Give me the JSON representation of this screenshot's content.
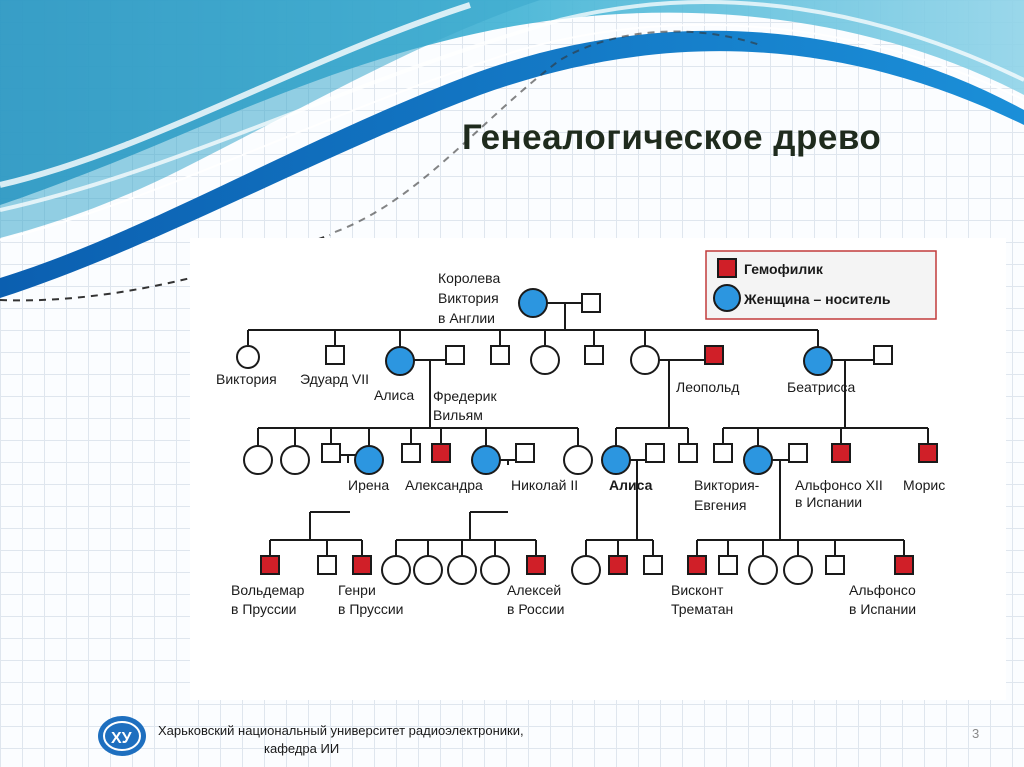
{
  "slide": {
    "title": "Генеалогическое древо",
    "page_number": "3"
  },
  "footer": {
    "line1": "Харьковский национальный университет радиоэлектроники,",
    "line2": "кафедра ИИ",
    "logo_mark": "ХУ"
  },
  "legend": {
    "hemophiliac": "Гемофилик",
    "carrier": "Женщина – носитель"
  },
  "colors": {
    "hemophiliac": "#d01f28",
    "carrier": "#2c96e0",
    "line": "#1a1a1a",
    "accent_blue": "#1673c8",
    "title": "#1f2b1d"
  },
  "tree": {
    "victoria_l1": "Королева",
    "victoria_l2": "Виктория",
    "victoria_l3": "в Англии",
    "viktoria": "Виктория",
    "eduard": "Эдуард VII",
    "alisa_gen2": "Алиса",
    "frederik_l1": "Фредерик",
    "frederik_l2": "Вильям",
    "leopold": "Леопольд",
    "beatrissa": "Беатрисса",
    "irena": "Ирена",
    "aleksandra": "Александра",
    "nikolai": "Николай II",
    "alisa_gen3": "Алиса",
    "viktoria_evgenia_l1": "Виктория-",
    "viktoria_evgenia_l2": "Евгения",
    "alfonso12_l1": "Альфонсо XII",
    "alfonso12_l2": "в Испании",
    "moris": "Морис",
    "voldemar_l1": "Вольдемар",
    "voldemar_l2": "в Пруссии",
    "genri_l1": "Генри",
    "genri_l2": "в Пруссии",
    "aleksei_l1": "Алексей",
    "aleksei_l2": "в России",
    "viskont_l1": "Висконт",
    "viskont_l2": "Трематан",
    "alfonso_l1": "Альфонсо",
    "alfonso_l2": "в Испании"
  }
}
